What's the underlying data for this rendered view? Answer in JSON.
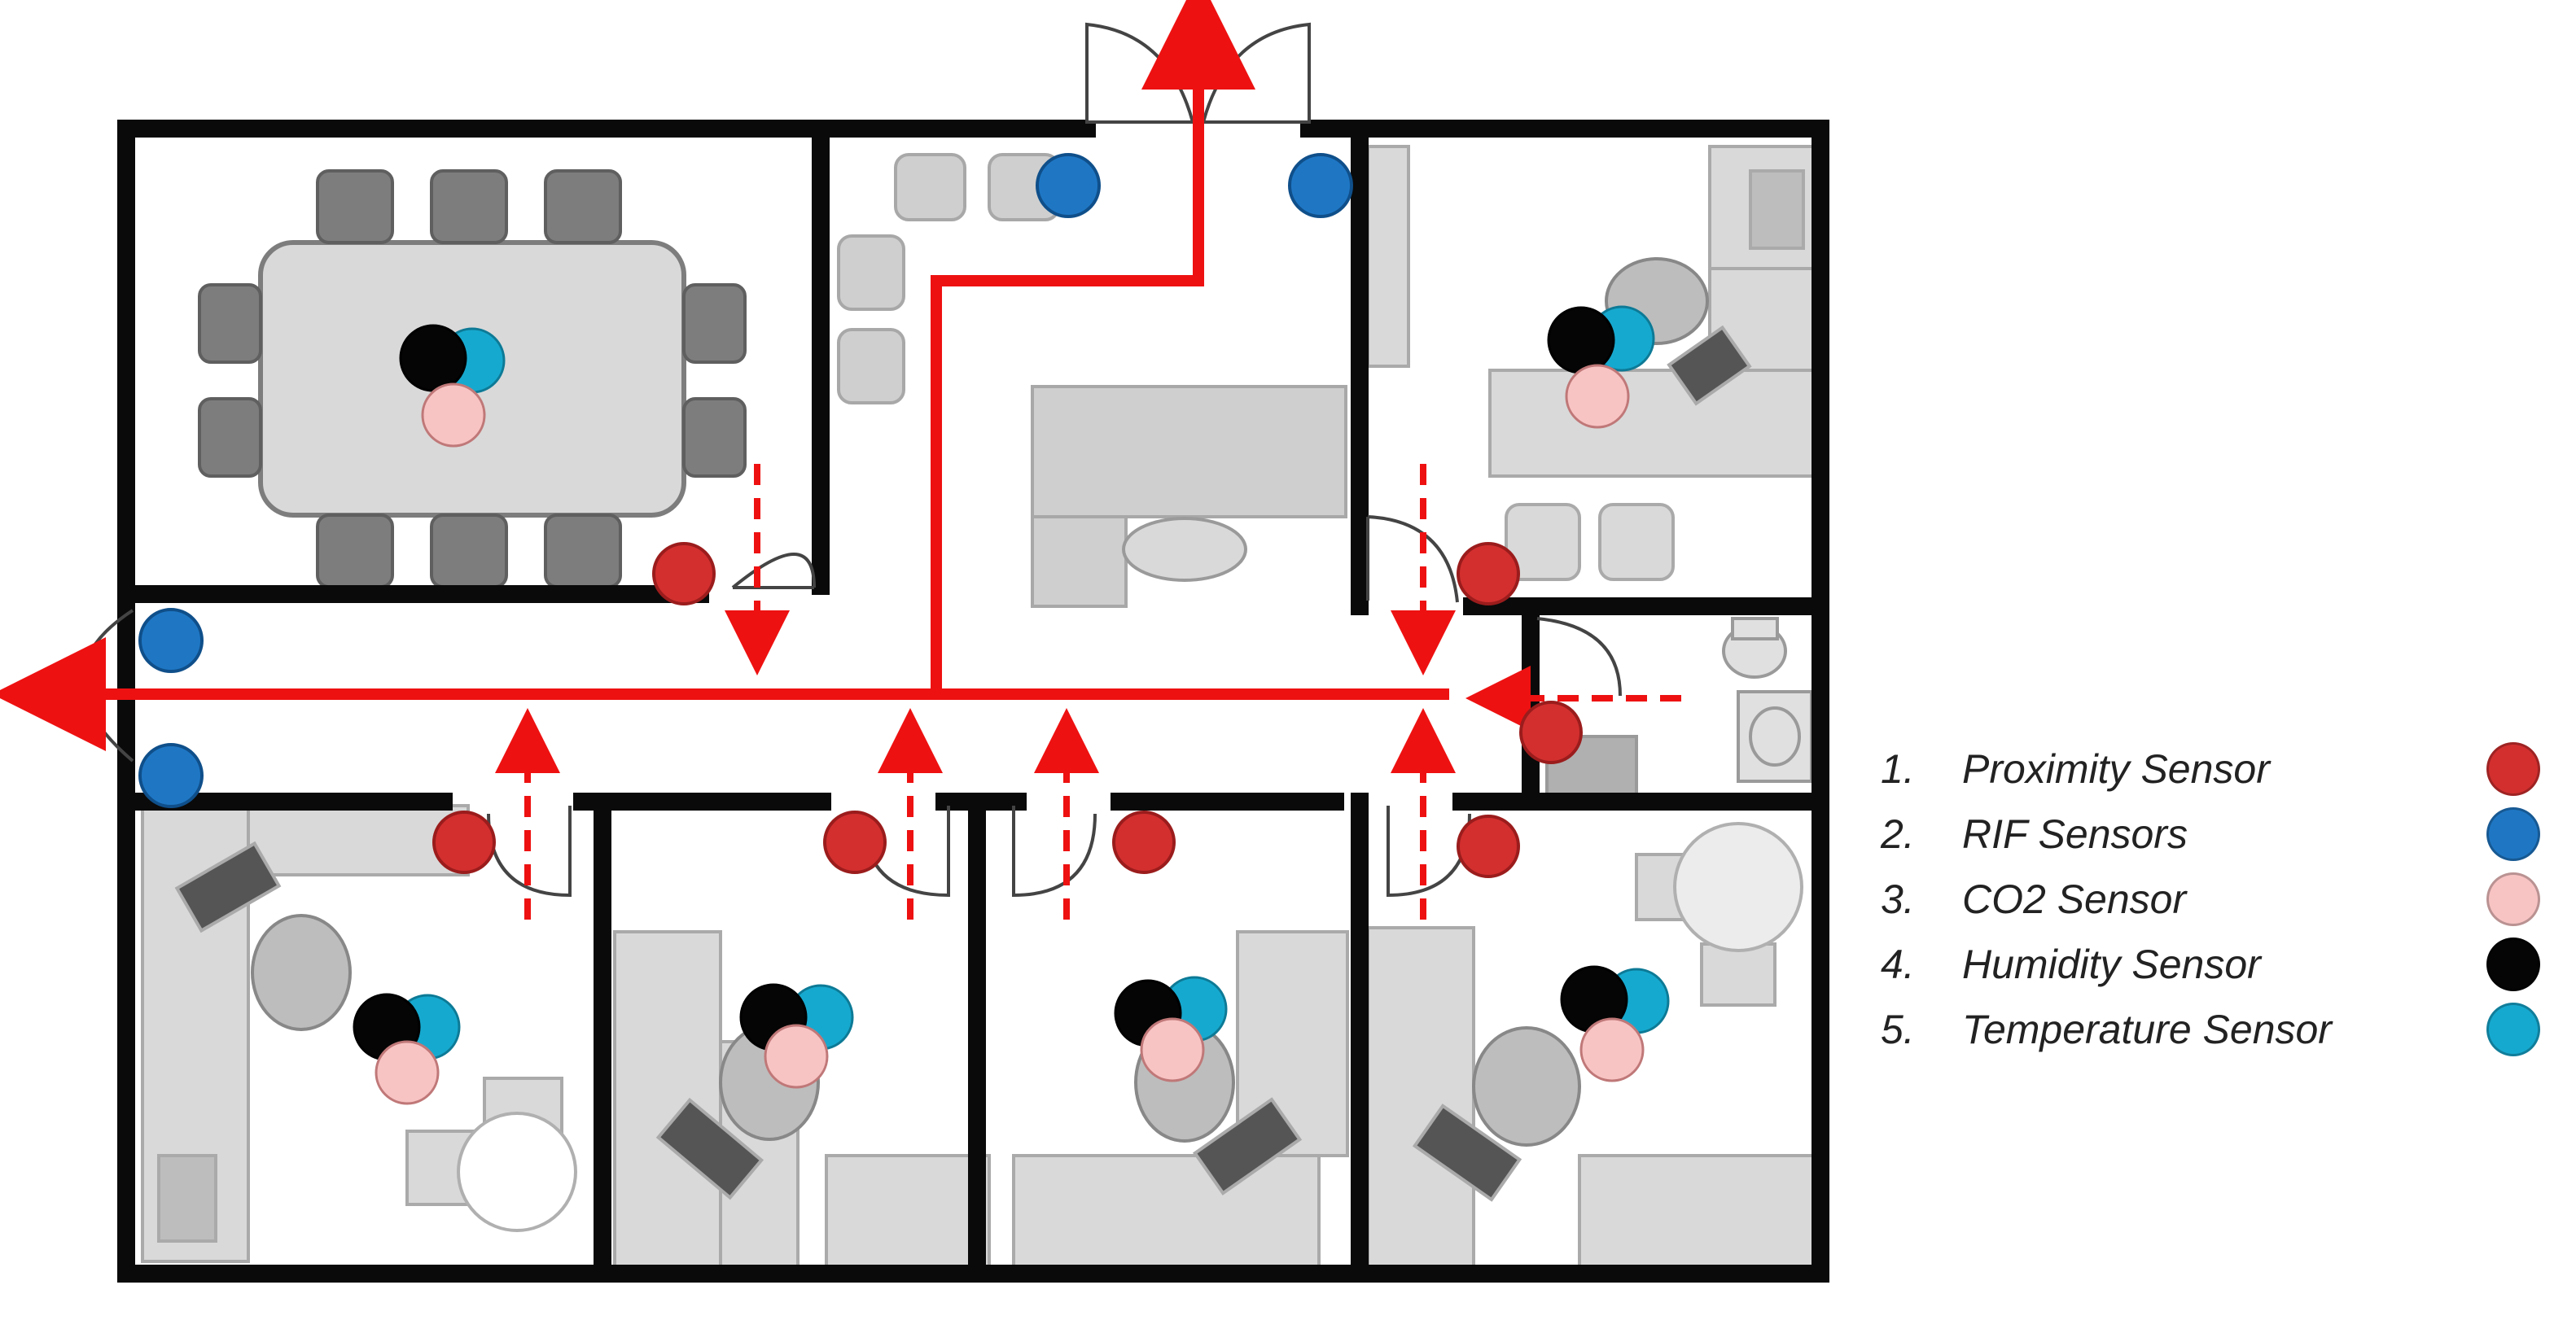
{
  "legend": {
    "items": [
      {
        "number": "1.",
        "label": "Proximity Sensor",
        "icon": "proximity-sensor-dot",
        "color": "#d32f2f"
      },
      {
        "number": "2.",
        "label": "RIF Sensors",
        "icon": "rif-sensor-dot",
        "color": "#1f77c4"
      },
      {
        "number": "3.",
        "label": "CO2 Sensor",
        "icon": "co2-sensor-dot",
        "color": "#f8c3c3"
      },
      {
        "number": "4.",
        "label": "Humidity Sensor",
        "icon": "humidity-sensor-dot",
        "color": "#050505"
      },
      {
        "number": "5.",
        "label": "Temperature Sensor",
        "icon": "temperature-sensor-dot",
        "color": "#16a9cf"
      }
    ]
  },
  "colors": {
    "wall": "#0a0a0a",
    "evacuation_route": "#ee1111",
    "furniture_dark": "#7d7d7d",
    "furniture_light": "#d9d9d9",
    "floor": "#ffffff"
  }
}
